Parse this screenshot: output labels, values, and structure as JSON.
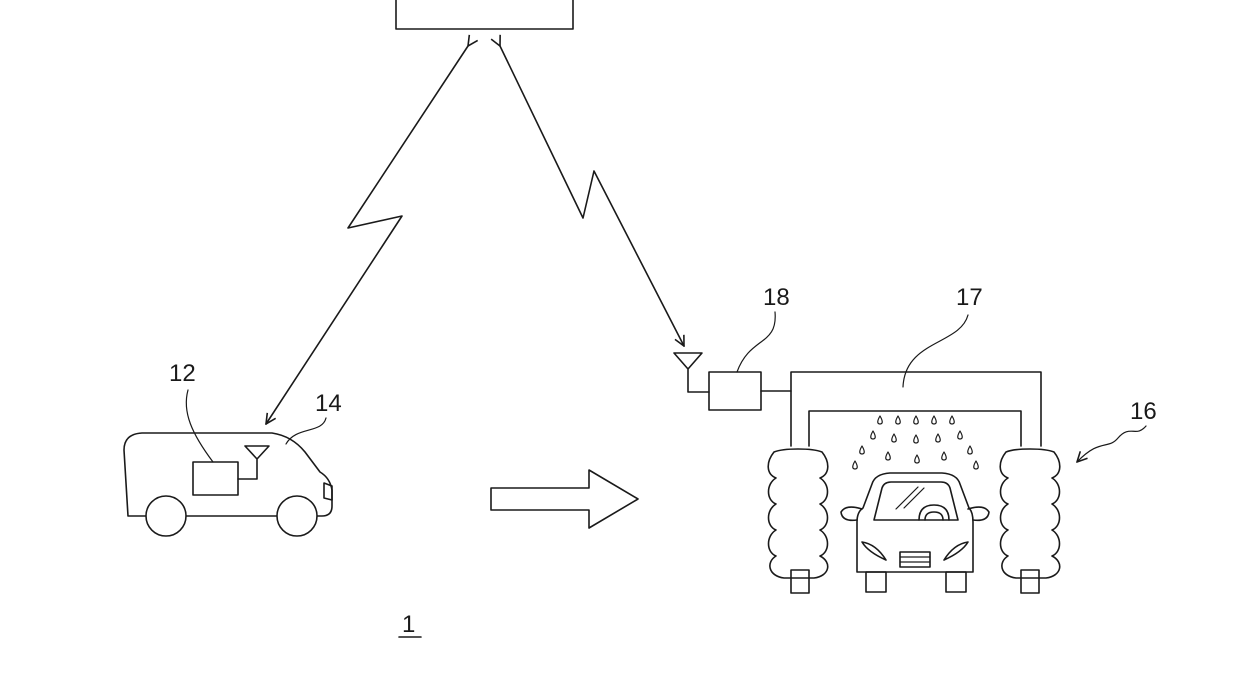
{
  "labels": {
    "onboard_device": "12",
    "vehicle": "14",
    "car_wash": "16",
    "car_wash_frame": "17",
    "car_wash_controller": "18",
    "system": "1"
  },
  "colors": {
    "line": "#1a1a1a",
    "background": "#ffffff"
  }
}
